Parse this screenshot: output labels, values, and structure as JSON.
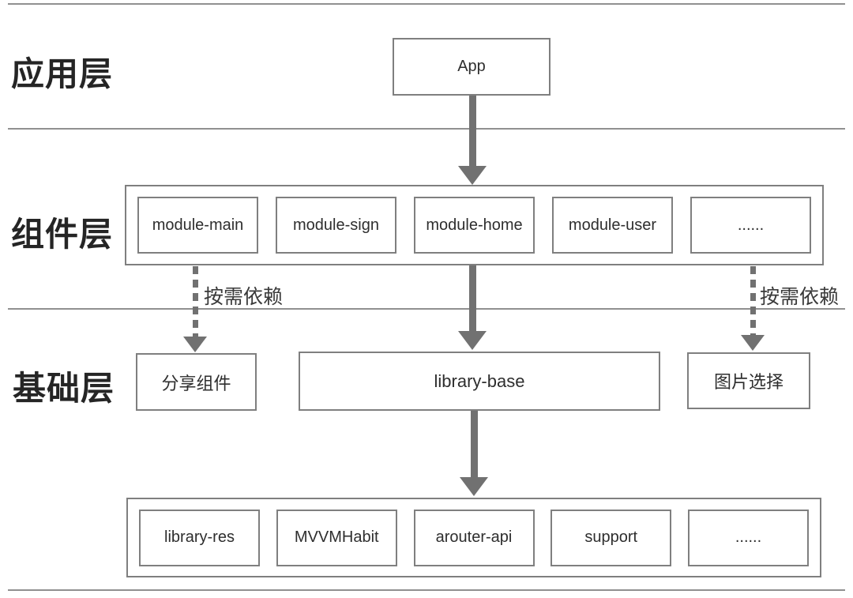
{
  "diagram": {
    "layer_labels": {
      "application": "应用层",
      "component": "组件层",
      "base": "基础层"
    },
    "application_layer": {
      "app_box": "App"
    },
    "component_layer": {
      "modules": [
        "module-main",
        "module-sign",
        "module-home",
        "module-user",
        "......"
      ]
    },
    "base_layer": {
      "share_component": "分享组件",
      "library_base": "library-base",
      "image_picker": "图片选择"
    },
    "foundation_row": {
      "modules": [
        "library-res",
        "MVVMHabit",
        "arouter-api",
        "support",
        "......"
      ]
    },
    "annotations": {
      "left_dashed_label": "按需依赖",
      "right_dashed_label": "按需依赖"
    },
    "colors": {
      "arrow_gray": "#717171",
      "box_border_gray": "#7f7f7f",
      "separator_gray": "#909090",
      "layer_label_text": "#252525",
      "box_text": "#2e2e2e"
    }
  }
}
